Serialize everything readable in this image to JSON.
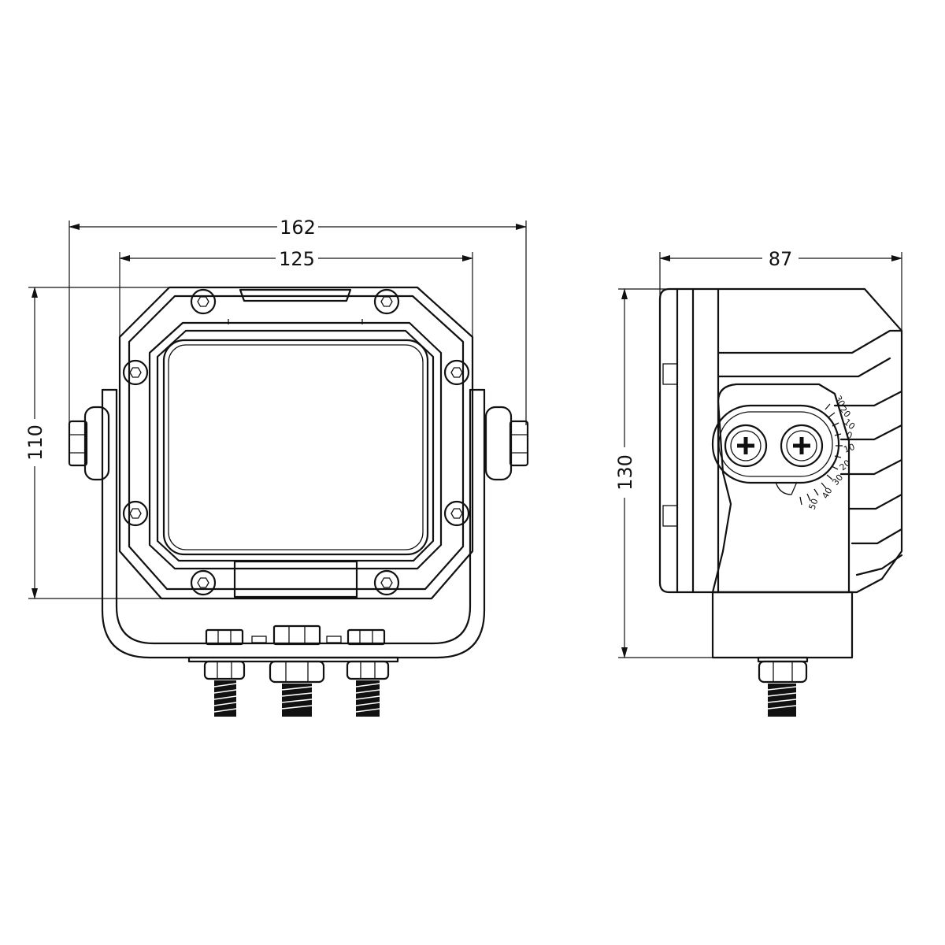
{
  "dimensions": {
    "overall_width": "162",
    "housing_width": "125",
    "housing_height": "110",
    "overall_height": "130",
    "depth": "87"
  },
  "angle_scale": [
    "30",
    "20",
    "10",
    "0",
    "10",
    "20",
    "30",
    "40",
    "50"
  ]
}
